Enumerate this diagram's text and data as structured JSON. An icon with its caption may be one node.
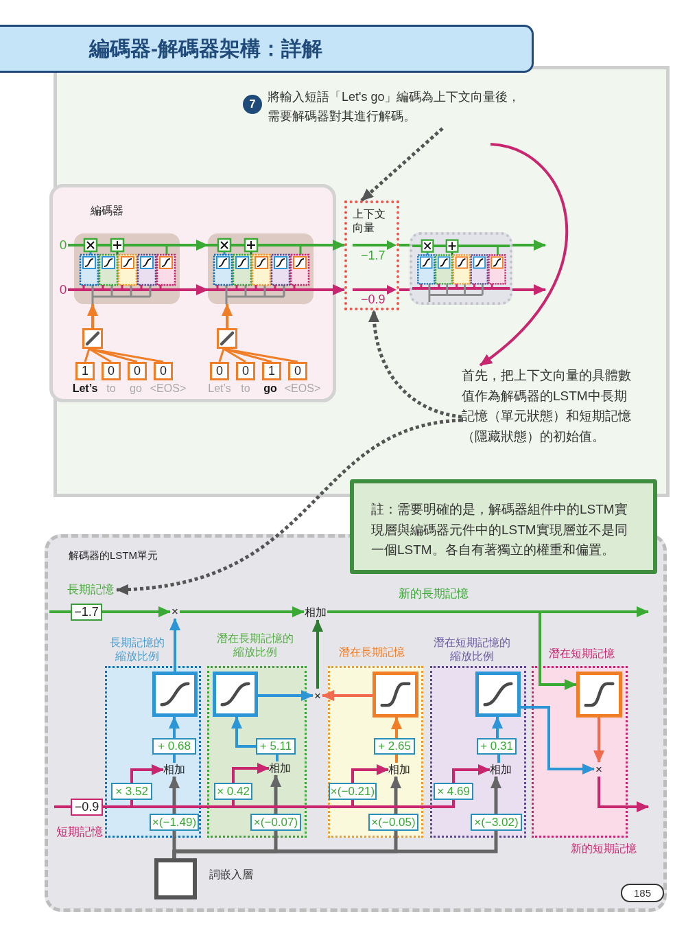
{
  "diagram": {
    "title": "編碼器-解碼器架構：詳解",
    "nodes": [
      {
        "text": [
          "7"
        ]
      },
      {
        "text": [
          "將輸入短語「Let's go」編碼為上下文向量後，需要解碼器對其進行解碼。"
        ]
      },
      {
        "text": [
          "編碼器"
        ]
      },
      {
        "text": [
          "0"
        ],
        "in": 2
      },
      {
        "text": [
          "0"
        ],
        "in": 2
      },
      {
        "text": [],
        "shape": "box",
        "in": 2
      },
      {
        "text": [],
        "shape": "box",
        "in": 2
      },
      {
        "text": [],
        "shape": "box",
        "in": 2
      },
      {
        "text": [],
        "shape": "box",
        "in": 2
      },
      {
        "text": [
          "1"
        ],
        "beside": [
          "Let’s"
        ],
        "in": 2
      },
      {
        "text": [
          "0"
        ],
        "beside": [
          "to"
        ],
        "in": 2
      },
      {
        "text": [
          "0"
        ],
        "beside": [
          "go"
        ],
        "in": 2
      },
      {
        "text": [
          "0"
        ],
        "beside": [
          "<EOS>"
        ],
        "in": 2
      },
      {
        "text": [
          "0"
        ],
        "beside": [
          "Let’s"
        ],
        "in": 2
      },
      {
        "text": [
          "0"
        ],
        "beside": [
          "to"
        ],
        "in": 2
      },
      {
        "text": [
          "1"
        ],
        "beside": [
          "go"
        ],
        "in": 2
      },
      {
        "text": [
          "0"
        ],
        "beside": [
          "<EOS>"
        ],
        "in": 2
      },
      {
        "text": [
          "上下文向量",
          "−1.7",
          "−0.9"
        ]
      },
      {
        "text": [],
        "shape": "box"
      },
      {
        "text": [
          "首先，把上下文向量的具體數值作為解碼器的LSTM中長期記憶（單元狀態）和短期記憶（隱藏狀態）的初始值。"
        ]
      },
      {
        "text": [
          "註：需要明確的是，解碼器組件中的LSTM實現層與編碼器元件中的LSTM實現層並不是同一個LSTM。各自有著獨立的權重和偏置。"
        ]
      },
      {
        "text": [
          "解碼器的LSTM單元"
        ]
      },
      {
        "text": [
          "長期記憶"
        ],
        "in": 21
      },
      {
        "text": [
          "−1.7"
        ],
        "in": 21
      },
      {
        "text": [
          "×"
        ],
        "in": 21
      },
      {
        "text": [
          "相加"
        ],
        "in": 21
      },
      {
        "text": [
          "長期記憶的縮放比例"
        ],
        "in": 21
      },
      {
        "text": [
          "潛在長期記憶的縮放比例"
        ],
        "in": 21
      },
      {
        "text": [
          "潛在長期記憶"
        ],
        "in": 21
      },
      {
        "text": [
          "潛在短期記憶的縮放比例"
        ],
        "in": 21
      },
      {
        "text": [
          "潛在短期記憶"
        ],
        "beside": [
          "新的短期記憶"
        ],
        "in": 21
      },
      {
        "text": [],
        "shape": "box",
        "in": 26
      },
      {
        "text": [
          "+ 0.68"
        ],
        "in": 26
      },
      {
        "text": [
          "相加"
        ],
        "in": 26
      },
      {
        "text": [
          "× 3.52"
        ],
        "in": 26
      },
      {
        "text": [
          "×(−1.49)"
        ],
        "in": 26
      },
      {
        "text": [],
        "shape": "box",
        "in": 27
      },
      {
        "text": [
          "+ 5.11"
        ],
        "in": 27
      },
      {
        "text": [
          "相加"
        ],
        "in": 27
      },
      {
        "text": [
          "× 0.42"
        ],
        "in": 27
      },
      {
        "text": [
          "×(−0.07)"
        ],
        "in": 27
      },
      {
        "text": [
          "×"
        ],
        "in": 21
      },
      {
        "text": [],
        "shape": "box",
        "in": 28
      },
      {
        "text": [
          "+ 2.65"
        ],
        "in": 28
      },
      {
        "text": [
          "相加"
        ],
        "in": 28
      },
      {
        "text": [
          "×(−0.21)"
        ],
        "in": 28
      },
      {
        "text": [
          "×(−0.05)"
        ],
        "in": 28
      },
      {
        "text": [],
        "shape": "box",
        "in": 29
      },
      {
        "text": [
          "+ 0.31"
        ],
        "in": 29
      },
      {
        "text": [
          "相加"
        ],
        "in": 29
      },
      {
        "text": [
          "× 4.69"
        ],
        "in": 29
      },
      {
        "text": [
          "×(−3.02)"
        ],
        "in": 29
      },
      {
        "text": [],
        "shape": "box",
        "in": 30
      },
      {
        "text": [
          "×"
        ],
        "in": 30
      },
      {
        "text": [
          "−0.9"
        ],
        "beside": [
          "短期記憶"
        ],
        "in": 21
      },
      {
        "text": [],
        "shape": "box",
        "beside": [
          "詞嵌入層"
        ],
        "in": 21
      },
      {
        "text": [
          "185"
        ],
        "in": 21
      }
    ],
    "edges": [
      {
        "from": 1,
        "to": 17,
        "arrow": "to",
        "style": "dashed",
        "color": "#555555"
      },
      {
        "from": 3,
        "to": 5,
        "arrow": "none",
        "color": "#3aaa35"
      },
      {
        "from": 5,
        "to": 6,
        "arrow": "to",
        "color": "#3aaa35"
      },
      {
        "from": 6,
        "to": 17,
        "arrow": "to",
        "color": "#3aaa35"
      },
      {
        "from": 4,
        "to": 5,
        "arrow": "none"
      },
      {
        "from": 5,
        "to": 6,
        "arrow": "to"
      },
      {
        "from": 6,
        "to": 17,
        "arrow": "to"
      },
      {
        "from": 9,
        "to": 7,
        "arrow": "none",
        "color": "#f07e26"
      },
      {
        "from": 10,
        "to": 7,
        "arrow": "none",
        "color": "#f07e26"
      },
      {
        "from": 11,
        "to": 7,
        "arrow": "none",
        "color": "#f07e26"
      },
      {
        "from": 12,
        "to": 7,
        "arrow": "none",
        "color": "#f07e26"
      },
      {
        "from": 13,
        "to": 8,
        "arrow": "none",
        "color": "#f07e26"
      },
      {
        "from": 14,
        "to": 8,
        "arrow": "none",
        "color": "#f07e26"
      },
      {
        "from": 15,
        "to": 8,
        "arrow": "none",
        "color": "#f07e26"
      },
      {
        "from": 16,
        "to": 8,
        "arrow": "none",
        "color": "#f07e26"
      },
      {
        "from": 7,
        "to": 5,
        "arrow": "to",
        "color": "#f07e26"
      },
      {
        "from": 8,
        "to": 6,
        "arrow": "to",
        "color": "#f07e26"
      },
      {
        "from": 17,
        "to": 18,
        "arrow": "none",
        "color": "#3aaa35"
      },
      {
        "from": 17,
        "to": 18,
        "arrow": "none"
      },
      {
        "from": 18,
        "to": null,
        "arrow": "to",
        "color": "#3aaa35"
      },
      {
        "from": 18,
        "to": null,
        "arrow": "to"
      },
      {
        "from": null,
        "to": 19,
        "arrow": "to"
      },
      {
        "from": 19,
        "to": 17,
        "arrow": "to",
        "style": "dashed",
        "color": "#555555"
      },
      {
        "from": 19,
        "to": 22,
        "arrow": "to",
        "style": "dashed",
        "color": "#555555"
      },
      {
        "from": null,
        "to": 23,
        "arrow": "none",
        "color": "#3aaa35"
      },
      {
        "from": 23,
        "to": 24,
        "arrow": "to",
        "color": "#3aaa35"
      },
      {
        "from": 24,
        "to": 25,
        "arrow": "to",
        "color": "#3aaa35"
      },
      {
        "from": 25,
        "to": null,
        "arrow": "to",
        "label": "新的長期記憶",
        "color": "#3aaa35"
      },
      {
        "from": 25,
        "to": 52,
        "arrow": "to",
        "color": "#3aaa35"
      },
      {
        "from": 31,
        "to": 24,
        "arrow": "to",
        "color": "#2b95d6"
      },
      {
        "from": 32,
        "to": 31,
        "arrow": "to",
        "color": "#2b95d6"
      },
      {
        "from": 33,
        "to": 32,
        "arrow": "none",
        "color": "#2b95d6"
      },
      {
        "from": 34,
        "to": 33,
        "arrow": "to"
      },
      {
        "from": 35,
        "to": 33,
        "arrow": "to",
        "color": "#666666"
      },
      {
        "from": 36,
        "to": 41,
        "arrow": "to",
        "color": "#2b95d6"
      },
      {
        "from": 37,
        "to": 36,
        "arrow": "to",
        "color": "#2b95d6"
      },
      {
        "from": 38,
        "to": 37,
        "arrow": "none",
        "color": "#2b95d6"
      },
      {
        "from": 39,
        "to": 38,
        "arrow": "to"
      },
      {
        "from": 40,
        "to": 38,
        "arrow": "to",
        "color": "#666666"
      },
      {
        "from": 41,
        "to": 25,
        "arrow": "to",
        "color": "#2e7d32"
      },
      {
        "from": 42,
        "to": 41,
        "arrow": "to",
        "color": "#ef6a4f"
      },
      {
        "from": 43,
        "to": 42,
        "arrow": "to",
        "color": "#f07e26"
      },
      {
        "from": 44,
        "to": 43,
        "arrow": "none",
        "color": "#f07e26"
      },
      {
        "from": 45,
        "to": 44,
        "arrow": "to"
      },
      {
        "from": 46,
        "to": 44,
        "arrow": "to",
        "color": "#666666"
      },
      {
        "from": 47,
        "to": 53,
        "arrow": "to",
        "color": "#2b95d6"
      },
      {
        "from": 48,
        "to": 47,
        "arrow": "to",
        "color": "#2b95d6"
      },
      {
        "from": 49,
        "to": 48,
        "arrow": "none",
        "color": "#2b95d6"
      },
      {
        "from": 50,
        "to": 49,
        "arrow": "to"
      },
      {
        "from": 51,
        "to": 49,
        "arrow": "to",
        "color": "#666666"
      },
      {
        "from": 52,
        "to": 53,
        "arrow": "to",
        "color": "#ef6a4f"
      },
      {
        "from": 53,
        "to": null,
        "arrow": "to"
      },
      {
        "from": null,
        "to": 54,
        "arrow": "none"
      },
      {
        "from": 54,
        "to": 34,
        "arrow": "none"
      },
      {
        "from": 54,
        "to": 39,
        "arrow": "none"
      },
      {
        "from": 54,
        "to": 45,
        "arrow": "none"
      },
      {
        "from": 54,
        "to": 50,
        "arrow": "none"
      },
      {
        "from": 55,
        "to": 35,
        "arrow": "none",
        "color": "#666666"
      },
      {
        "from": 55,
        "to": 40,
        "arrow": "none",
        "color": "#666666"
      },
      {
        "from": 55,
        "to": 46,
        "arrow": "none",
        "color": "#666666"
      },
      {
        "from": 55,
        "to": 51,
        "arrow": "none",
        "color": "#666666"
      }
    ]
  }
}
